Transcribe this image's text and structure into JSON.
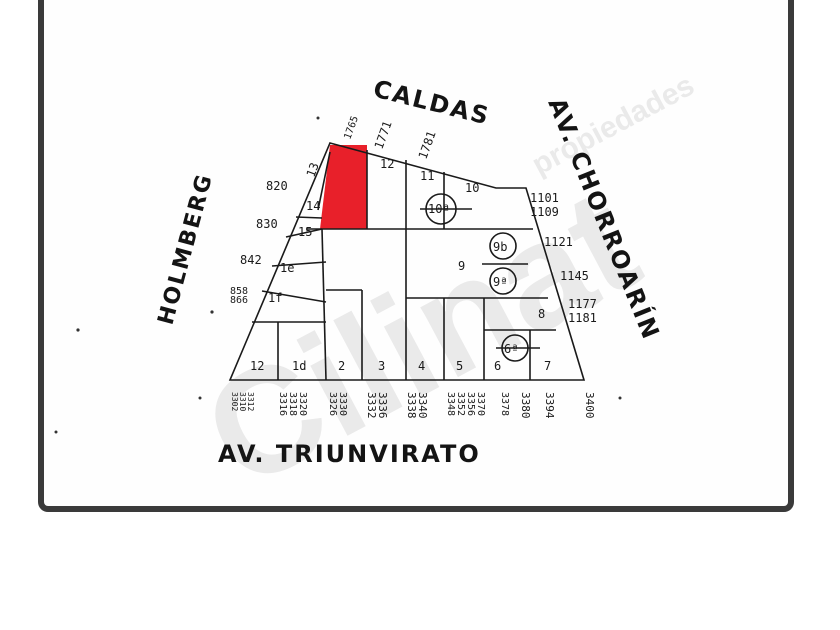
{
  "map": {
    "watermark": {
      "brand": "Cilinat",
      "sub": "propiedades"
    },
    "streets": {
      "top": "CALDAS",
      "right": "AV. CHORROARÍN",
      "left": "HOLMBERG",
      "bottom": "AV. TRIUNVIRATO"
    },
    "highlight_color": "#e8202a",
    "top_numbers": [
      "1765",
      "1771",
      "1781"
    ],
    "right_numbers": [
      "1101",
      "1109",
      "1121",
      "1145",
      "1177",
      "1181"
    ],
    "left_numbers": [
      "820",
      "830",
      "842",
      "858",
      "866"
    ],
    "bottom_numbers": [
      [
        "3302",
        "3310",
        "3312"
      ],
      [
        "3316",
        "3318",
        "3320"
      ],
      [
        "3326",
        "3330"
      ],
      [
        "3332",
        "3336"
      ],
      [
        "3338",
        "3340"
      ],
      [
        "3348",
        "3352",
        "3356",
        "3370"
      ],
      [
        "3378"
      ],
      [
        "3380"
      ],
      [
        "3394"
      ],
      [
        "3400"
      ]
    ],
    "lots": {
      "l12": "12",
      "l11": "11",
      "l10": "10",
      "l10a": "10ª",
      "l13": "13",
      "l14": "14",
      "l15a": "15",
      "l1e": "1e",
      "l1f": "1f",
      "l9": "9",
      "l9b": "9b",
      "l9a": "9ª",
      "l8": "8",
      "l6a": "6ª",
      "b12": "12",
      "b1d": "1d",
      "b2": "2",
      "b3": "3",
      "b4": "4",
      "b5": "5",
      "b6": "6",
      "b7": "7"
    }
  }
}
